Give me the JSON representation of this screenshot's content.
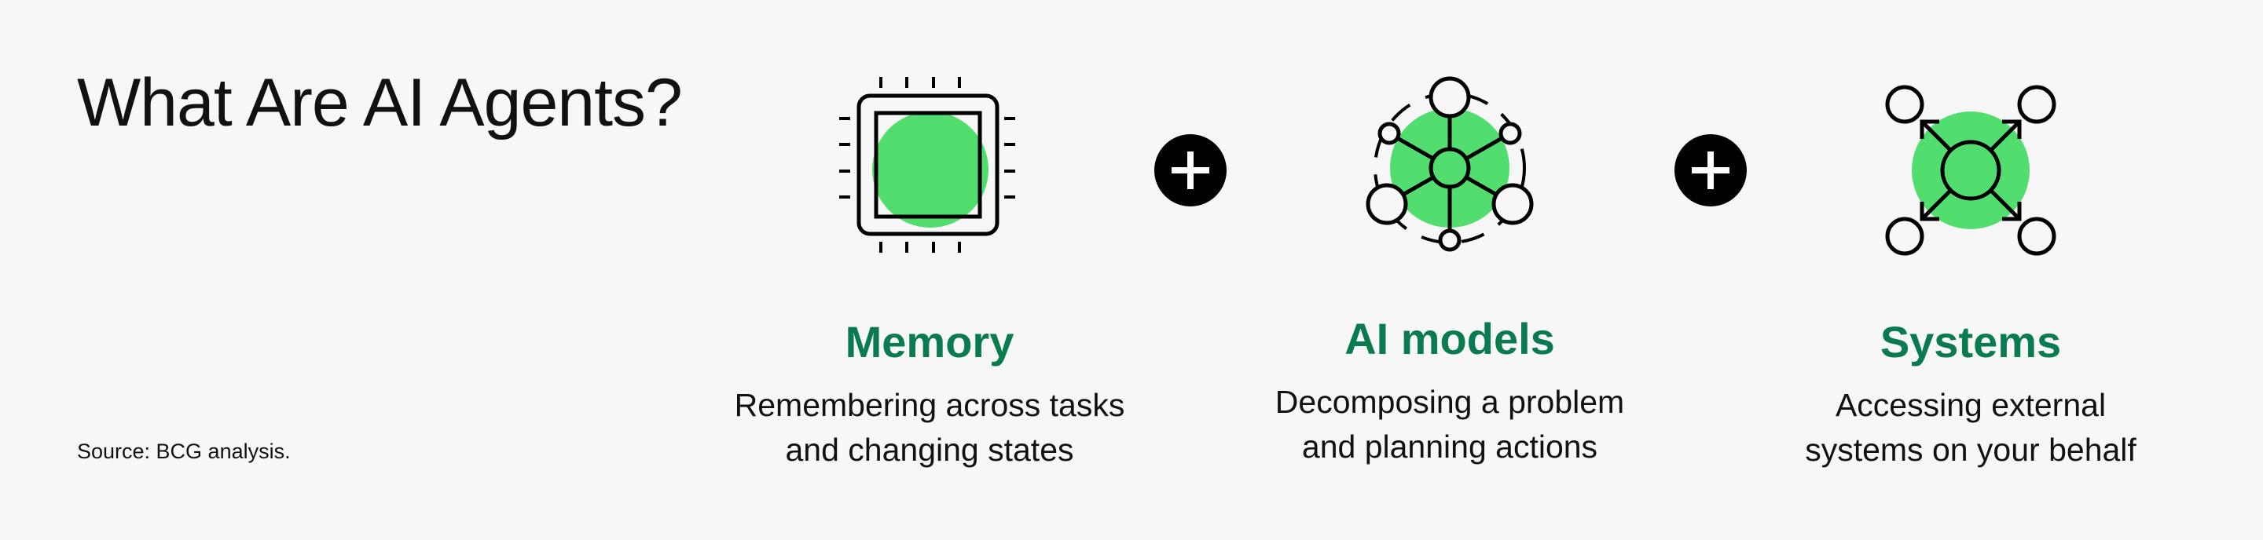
{
  "title": "What Are AI Agents?",
  "source": "Source: BCG analysis.",
  "colors": {
    "accent_green": "#52de6f",
    "heading_green": "#0a7a4f",
    "plus_bg": "#000000"
  },
  "components": [
    {
      "icon": "chip-icon",
      "heading": "Memory",
      "desc_line1": "Remembering across tasks",
      "desc_line2": "and changing states"
    },
    {
      "icon": "network-icon",
      "heading": "AI models",
      "desc_line1": "Decomposing a problem",
      "desc_line2": "and planning actions"
    },
    {
      "icon": "expand-nodes-icon",
      "heading": "Systems",
      "desc_line1": "Accessing external",
      "desc_line2": "systems on your behalf"
    }
  ],
  "operators": [
    "plus-icon",
    "plus-icon"
  ]
}
